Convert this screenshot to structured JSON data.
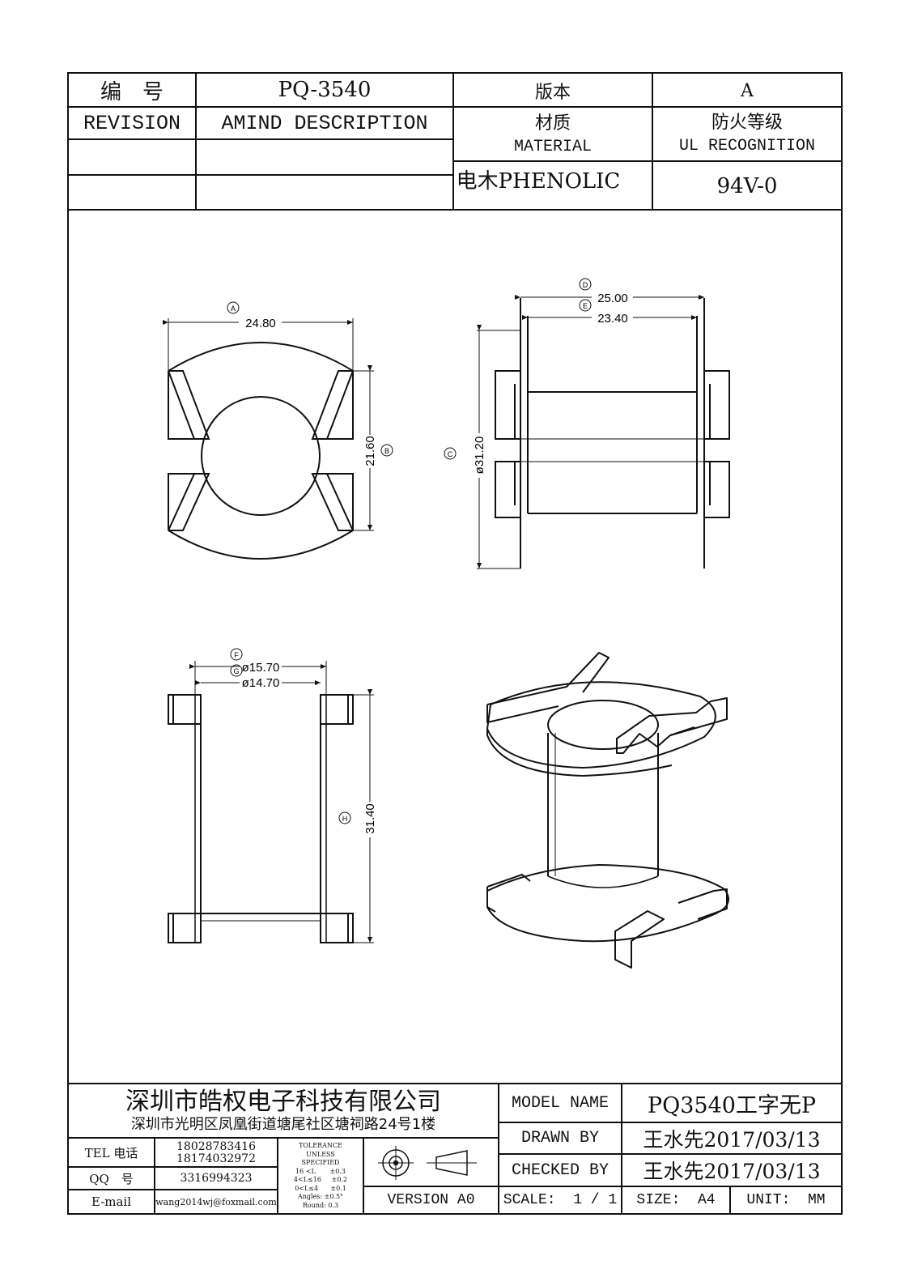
{
  "header": {
    "bianhao_label": "编　号",
    "part_number": "PQ-3540",
    "version_label": "版本",
    "version_value": "A",
    "revision_label": "REVISION",
    "amind_label": "AMIND DESCRIPTION",
    "material_label_cn": "材质",
    "material_label_en": "MATERIAL",
    "fire_label_cn": "防火等级",
    "fire_label_en": "UL RECOGNITION",
    "material_value": "电木PHENOLIC",
    "fire_value": "94V-0"
  },
  "dimensions": {
    "a_marker": "A",
    "a_value": "24.80",
    "b_marker": "B",
    "b_value": "21.60",
    "c_marker": "C",
    "c_value": "ø31.20",
    "d_marker": "D",
    "d_value": "25.00",
    "e_marker": "E",
    "e_value": "23.40",
    "f_marker": "F",
    "f_value": "ø15.70",
    "g_marker": "G",
    "g_value": "ø14.70",
    "h_marker": "H",
    "h_value": "31.40"
  },
  "footer": {
    "company_name": "深圳市皓权电子科技有限公司",
    "company_address": "深圳市光明区凤凰街道塘尾社区塘祠路24号1楼",
    "tel_label": "TEL 电话",
    "tel_values": [
      "18028783416",
      "18174032972"
    ],
    "qq_label": "QQ　号",
    "qq_value": "3316994323",
    "email_label": "E-mail",
    "email_value": "wang2014wj@foxmail.com",
    "tolerance_lines": [
      "TOLERANCE",
      "UNLESS",
      "SPECIFIED",
      "16 <L       ±0.3",
      "4<L≤16     ±0.2",
      "0<L≤4      ±0.1",
      "Angles: ±0.5°",
      "Round: 0.3"
    ],
    "version_text": "VERSION A0",
    "model_name_label": "MODEL NAME",
    "model_name_value": "PQ3540工字无P",
    "drawn_by_label": "DRAWN BY",
    "drawn_by_value": "王水先2017/03/13",
    "checked_by_label": "CHECKED BY",
    "checked_by_value": "王水先2017/03/13",
    "scale_text": "SCALE:  1 / 1",
    "size_text": "SIZE:  A4",
    "unit_text": "UNIT:  MM"
  }
}
